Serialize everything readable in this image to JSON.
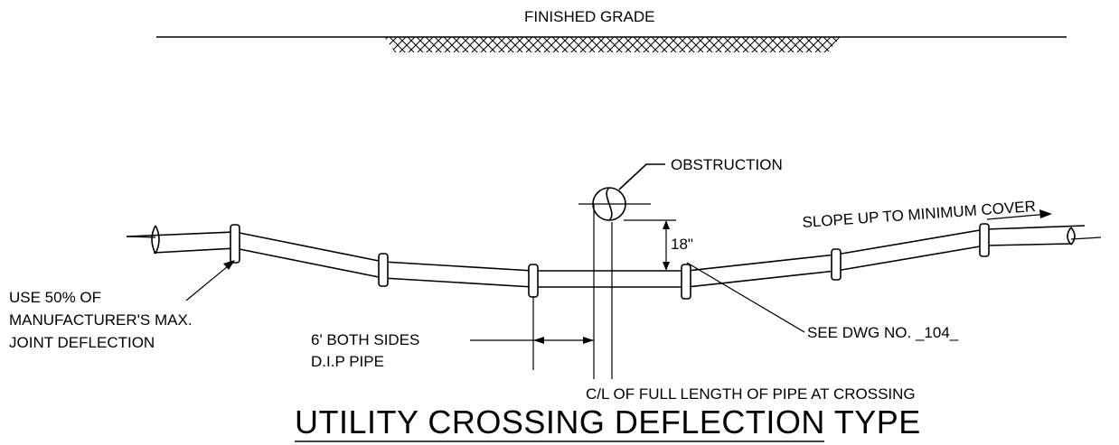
{
  "labels": {
    "finished_grade": "FINISHED GRADE",
    "obstruction": "OBSTRUCTION",
    "slope_up": "SLOPE UP TO MINIMUM COVER",
    "clearance": "18\"",
    "deflection_line1": "USE 50% OF",
    "deflection_line2": "MANUFACTURER'S MAX.",
    "deflection_line3": "JOINT DEFLECTION",
    "both_sides_line1": "6' BOTH SIDES",
    "both_sides_line2": "D.I.P PIPE",
    "see_dwg": "SEE DWG  NO. _104_",
    "centerline": "C/L OF FULL LENGTH OF PIPE AT CROSSING"
  },
  "title": "UTILITY CROSSING DEFLECTION TYPE"
}
